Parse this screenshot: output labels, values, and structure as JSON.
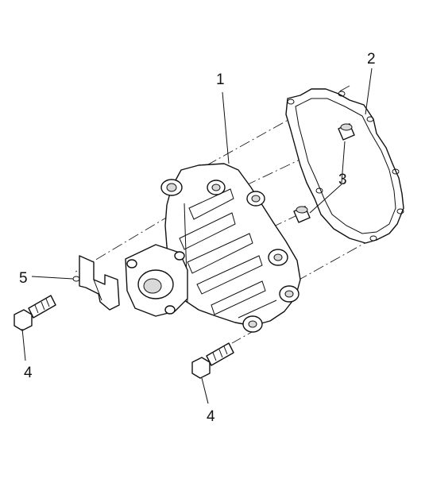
{
  "callouts": [
    {
      "id": "1",
      "label": "1"
    },
    {
      "id": "2",
      "label": "2"
    },
    {
      "id": "3",
      "label": "3"
    },
    {
      "id": "4a",
      "label": "4"
    },
    {
      "id": "4b",
      "label": "4"
    },
    {
      "id": "5",
      "label": "5"
    }
  ]
}
